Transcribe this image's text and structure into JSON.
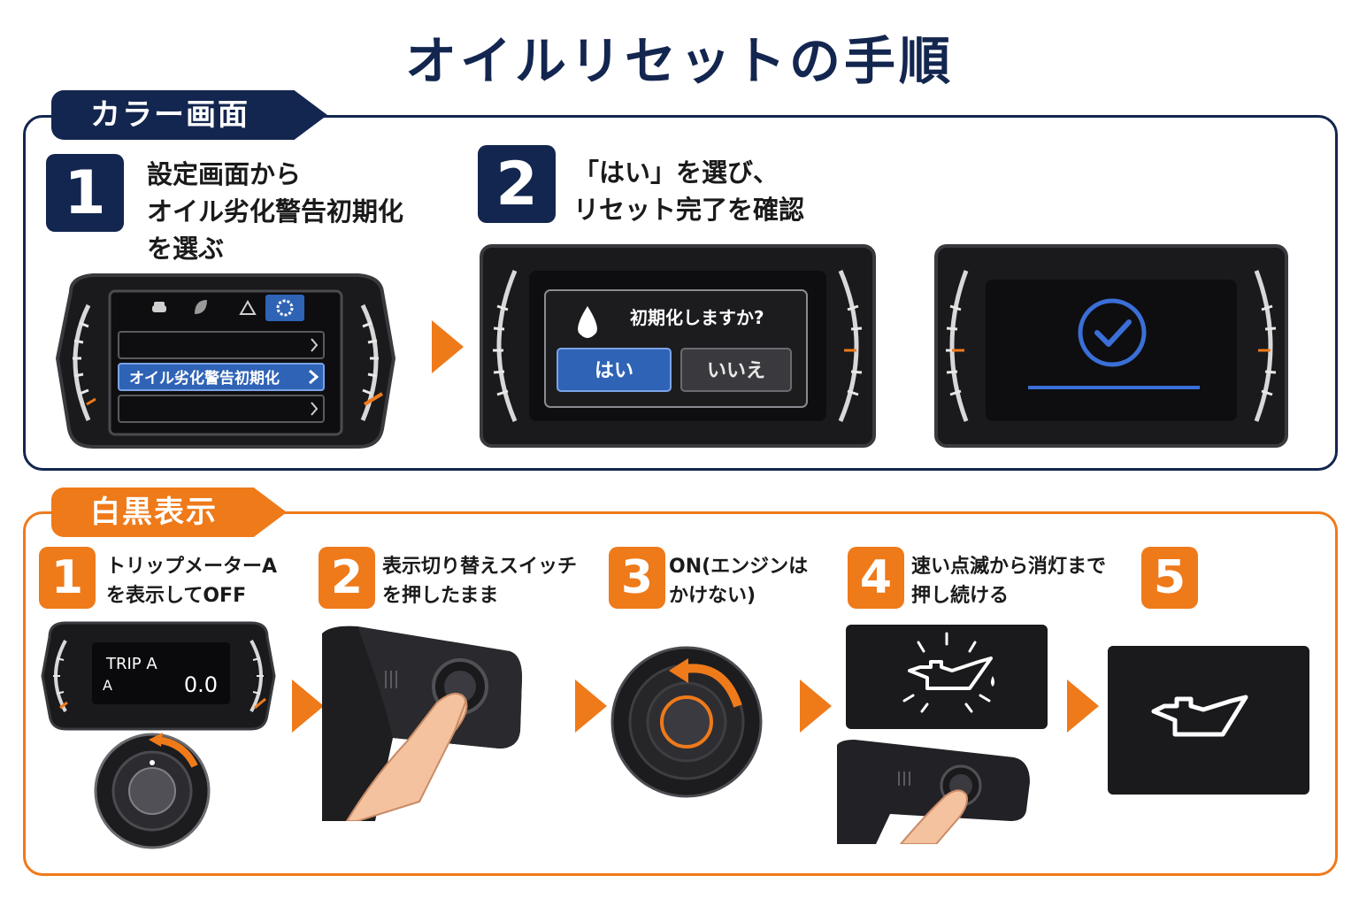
{
  "title": "オイルリセットの手順",
  "color_section": {
    "tab": "カラー画面",
    "step1": {
      "number": "1",
      "lines": [
        "設定画面から",
        "オイル劣化警告初期化",
        "を選ぶ"
      ]
    },
    "step2": {
      "number": "2",
      "lines": [
        "「はい」を選び、",
        "リセット完了を確認"
      ]
    },
    "screen1": {
      "menu_item": "オイル劣化警告初期化"
    },
    "screen2": {
      "dialog_title": "初期化しますか?",
      "yes_label": "はい",
      "no_label": "いいえ"
    }
  },
  "mono_section": {
    "tab": "白黒表示",
    "step1": {
      "number": "1",
      "lines": [
        "トリップメーターA",
        "を表示してOFF"
      ]
    },
    "step2": {
      "number": "2",
      "lines": [
        "表示切り替えスイッチ",
        "を押したまま"
      ]
    },
    "step3": {
      "number": "3",
      "lines": [
        "ON(エンジンは",
        "かけない)"
      ]
    },
    "step4": {
      "number": "4",
      "lines": [
        "速い点滅から消灯まで",
        "押し続ける"
      ]
    },
    "step5": {
      "number": "5"
    },
    "trip_display": {
      "label": "TRIP A",
      "sub": "A",
      "value": "0.0"
    }
  },
  "colors": {
    "navy": "#13264f",
    "orange": "#ef7a1a",
    "highlight_blue": "#2f63b5",
    "check_blue": "#3b6fd8"
  }
}
